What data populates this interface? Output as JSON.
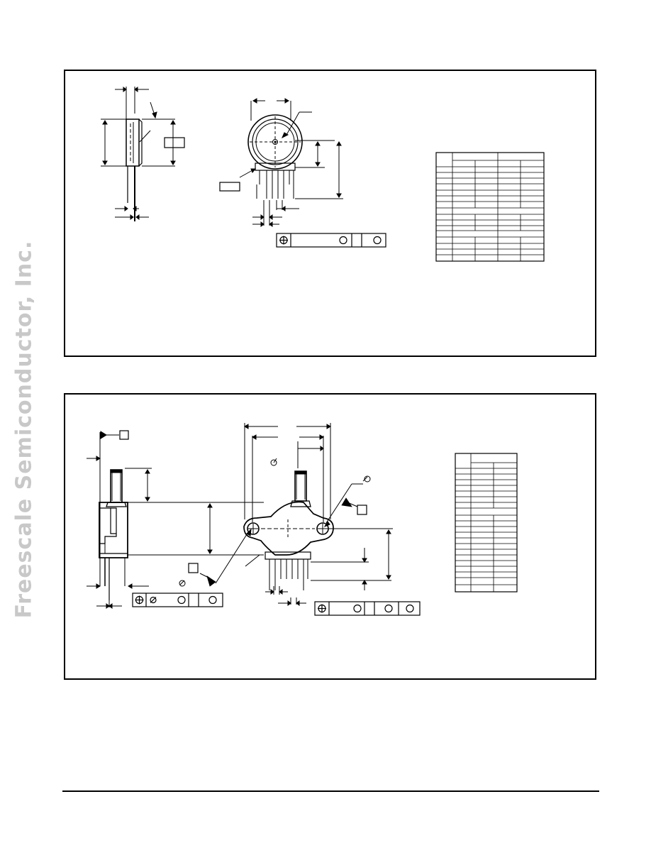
{
  "page": {
    "watermark": "Freescale Semiconductor, Inc.",
    "colors": {
      "ink": "#000000",
      "watermark": "#c8c8c8",
      "background": "#ffffff"
    }
  },
  "drawings": [
    {
      "id": "case-1",
      "content": "mechanical outline drawing with blank dimension table (no legible text)"
    },
    {
      "id": "case-2",
      "content": "mechanical outline drawing with blank dimension table (no legible text)"
    }
  ]
}
